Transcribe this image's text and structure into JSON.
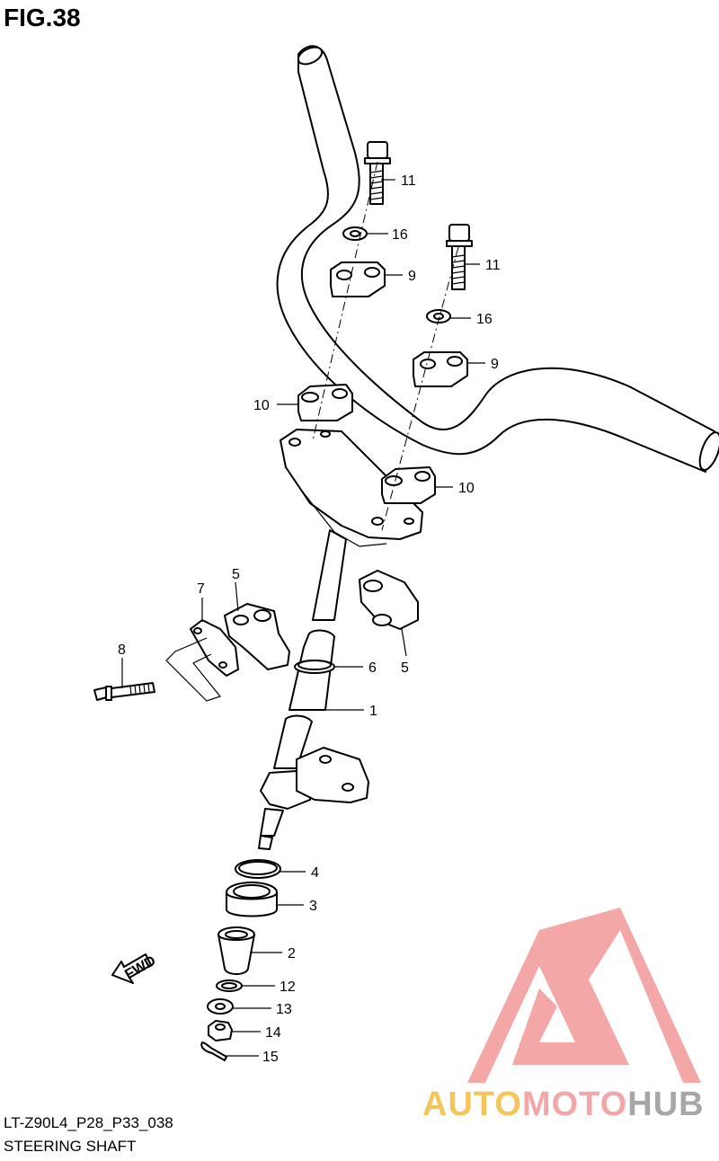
{
  "figure": {
    "title": "FIG.38",
    "code": "LT-Z90L4_P28_P33_038",
    "caption": "STEERING SHAFT",
    "fwd_label": "FWD"
  },
  "callouts": [
    {
      "id": "c11a",
      "label": "11"
    },
    {
      "id": "c16a",
      "label": "16"
    },
    {
      "id": "c9a",
      "label": "9"
    },
    {
      "id": "c11b",
      "label": "11"
    },
    {
      "id": "c16b",
      "label": "16"
    },
    {
      "id": "c9b",
      "label": "9"
    },
    {
      "id": "c10a",
      "label": "10"
    },
    {
      "id": "c10b",
      "label": "10"
    },
    {
      "id": "c7",
      "label": "7"
    },
    {
      "id": "c5a",
      "label": "5"
    },
    {
      "id": "c5b",
      "label": "5"
    },
    {
      "id": "c8",
      "label": "8"
    },
    {
      "id": "c6",
      "label": "6"
    },
    {
      "id": "c1",
      "label": "1"
    },
    {
      "id": "c4",
      "label": "4"
    },
    {
      "id": "c3",
      "label": "3"
    },
    {
      "id": "c2",
      "label": "2"
    },
    {
      "id": "c12",
      "label": "12"
    },
    {
      "id": "c13",
      "label": "13"
    },
    {
      "id": "c14",
      "label": "14"
    },
    {
      "id": "c15",
      "label": "15"
    }
  ],
  "watermark": {
    "part1": "AUTO",
    "part2": "MOTO",
    "part3": "HUB",
    "colors": {
      "auto": "#f4c55a",
      "moto": "#f2a6a6",
      "hub": "#a7a7a7",
      "logo": "#f08a8a"
    }
  }
}
